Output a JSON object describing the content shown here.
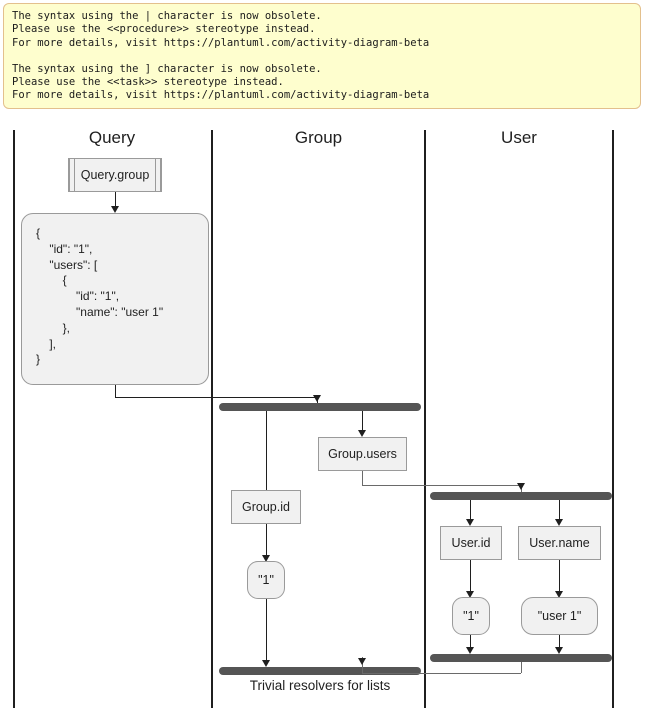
{
  "warning": {
    "lines": [
      "The syntax using the | character is now obsolete.",
      "Please use the <<procedure>> stereotype instead.",
      "For more details, visit https://plantuml.com/activity-diagram-beta",
      "",
      "The syntax using the ] character is now obsolete.",
      "Please use the <<task>> stereotype instead.",
      "For more details, visit https://plantuml.com/activity-diagram-beta"
    ],
    "background": "#FEFECE",
    "border": "#E3C08D"
  },
  "diagram": {
    "type": "activity-swimlane",
    "caption": "Trivial resolvers for lists",
    "lanes": [
      {
        "title": "Query"
      },
      {
        "title": "Group"
      },
      {
        "title": "User"
      }
    ],
    "nodes": {
      "query_group": "Query.group",
      "query_json": "{\n    \"id\": \"1\",\n    \"users\": [\n        {\n            \"id\": \"1\",\n            \"name\": \"user 1\"\n        },\n    ],\n}",
      "group_users": "Group.users",
      "group_id": "Group.id",
      "group_id_result": "\"1\"",
      "user_id": "User.id",
      "user_name": "User.name",
      "user_id_result": "\"1\"",
      "user_name_result": "\"user 1\""
    },
    "colors": {
      "node_fill": "#F1F1F1",
      "node_stroke": "#9A9A9A",
      "bar_fill": "#555555",
      "line": "#1f1f1f"
    }
  }
}
